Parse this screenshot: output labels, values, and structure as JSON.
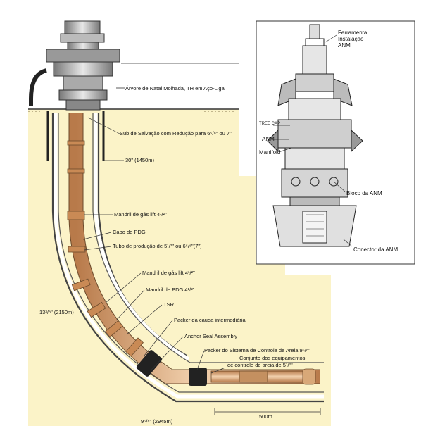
{
  "labels": {
    "arvore": "Árvore de Natal Molhada, TH em Aço-Liga",
    "sub_salvacao": "Sub de Salvação com Redução para 6⁵/⁸\" ou 7\"",
    "conductor_30": "30\" (1450m)",
    "mandril_gas_1": "Mandril de gás lift 4¹/²\"",
    "cabo_pdg": "Cabo de PDG",
    "tubo_producao": "Tubo de produção de 5¹/²\" ou 6⁵/⁸\"(7\")",
    "mandril_gas_2": "Mandril de gás lift 4¹/²\"",
    "mandril_pdg": "Mandril de PDG 4¹/²\"",
    "tsr": "TSR",
    "packer_cauda": "Packer da cauda intermediária",
    "casing_13": "13³/⁸\" (2150m)",
    "anchor": "Anchor Seal Assembly",
    "packer_areia": "Packer do Sistema de Controle de Areia 9⁵/⁸\"",
    "conjunto_1": "Conjunto dos equipamentos",
    "conjunto_2": "de controle de areia de 5¹/²\"",
    "dim_500": "500m",
    "casing_9": "9⁵/⁸\" (2945m)"
  },
  "inset": {
    "ferramenta_1": "Ferramenta",
    "ferramenta_2": "Instalação",
    "ferramenta_3": "ANM",
    "tree_cap": "TREE CAP",
    "anm": "ANM",
    "manifold": "Manifold",
    "bloco": "Bloco da ANM",
    "conector": "Conector da ANM"
  }
}
